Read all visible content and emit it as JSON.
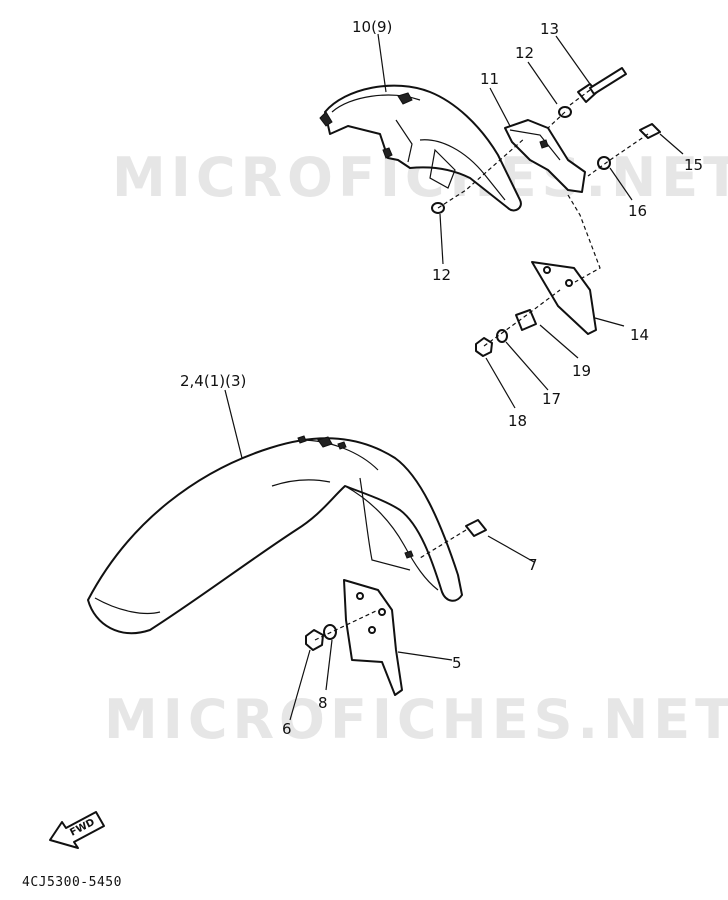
{
  "diagram": {
    "watermark_text": "MICROFICHES.NET",
    "reference_code": "4CJ5300-5450",
    "fwd_label": "FWD",
    "callouts": [
      {
        "id": "c-10-9",
        "label": "10(9)"
      },
      {
        "id": "c-13",
        "label": "13"
      },
      {
        "id": "c-12a",
        "label": "12"
      },
      {
        "id": "c-11",
        "label": "11"
      },
      {
        "id": "c-15",
        "label": "15"
      },
      {
        "id": "c-16",
        "label": "16"
      },
      {
        "id": "c-12b",
        "label": "12"
      },
      {
        "id": "c-14",
        "label": "14"
      },
      {
        "id": "c-19",
        "label": "19"
      },
      {
        "id": "c-17",
        "label": "17"
      },
      {
        "id": "c-18",
        "label": "18"
      },
      {
        "id": "c-2-4",
        "label": "2,4(1)(3)"
      },
      {
        "id": "c-7",
        "label": "7"
      },
      {
        "id": "c-5",
        "label": "5"
      },
      {
        "id": "c-8",
        "label": "8"
      },
      {
        "id": "c-6",
        "label": "6"
      }
    ]
  }
}
